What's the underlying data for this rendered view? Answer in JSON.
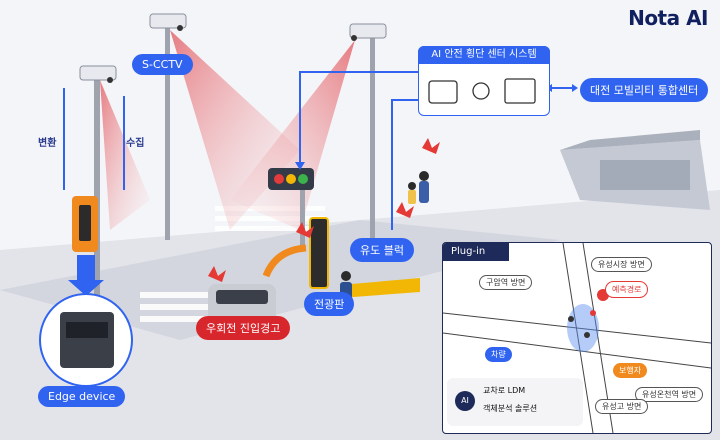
{
  "brand": {
    "logo_text": "Nota AI"
  },
  "labels": {
    "s_cctv": "S-CCTV",
    "convert": "변환",
    "collect": "수집",
    "edge_device": "Edge device",
    "ai_system": "AI 안전 횡단 센터 시스템",
    "mobility_center": "대전 모빌리티 통합센터",
    "guide_block": "유도 블럭",
    "sign_board": "전광판",
    "right_turn_warning": "우회전 진입경고"
  },
  "inset": {
    "title": "Plug-in",
    "tags": {
      "yuseong_market": "유성시장 방면",
      "guam": "구암역 방면",
      "predicted_path": "예측경로",
      "vehicle": "차량",
      "pedestrian": "보행자",
      "yuseong_station": "유성온천역 방면",
      "yuseong_high": "유성고 방면"
    },
    "ldm_line1": "교차로 LDM",
    "ldm_line2": "객체분석 솔루션",
    "ai_chip": "AI"
  },
  "colors": {
    "blue": "#2f63f0",
    "red": "#d8262d",
    "navy": "#1e2a5a",
    "yellow": "#f2b705"
  }
}
